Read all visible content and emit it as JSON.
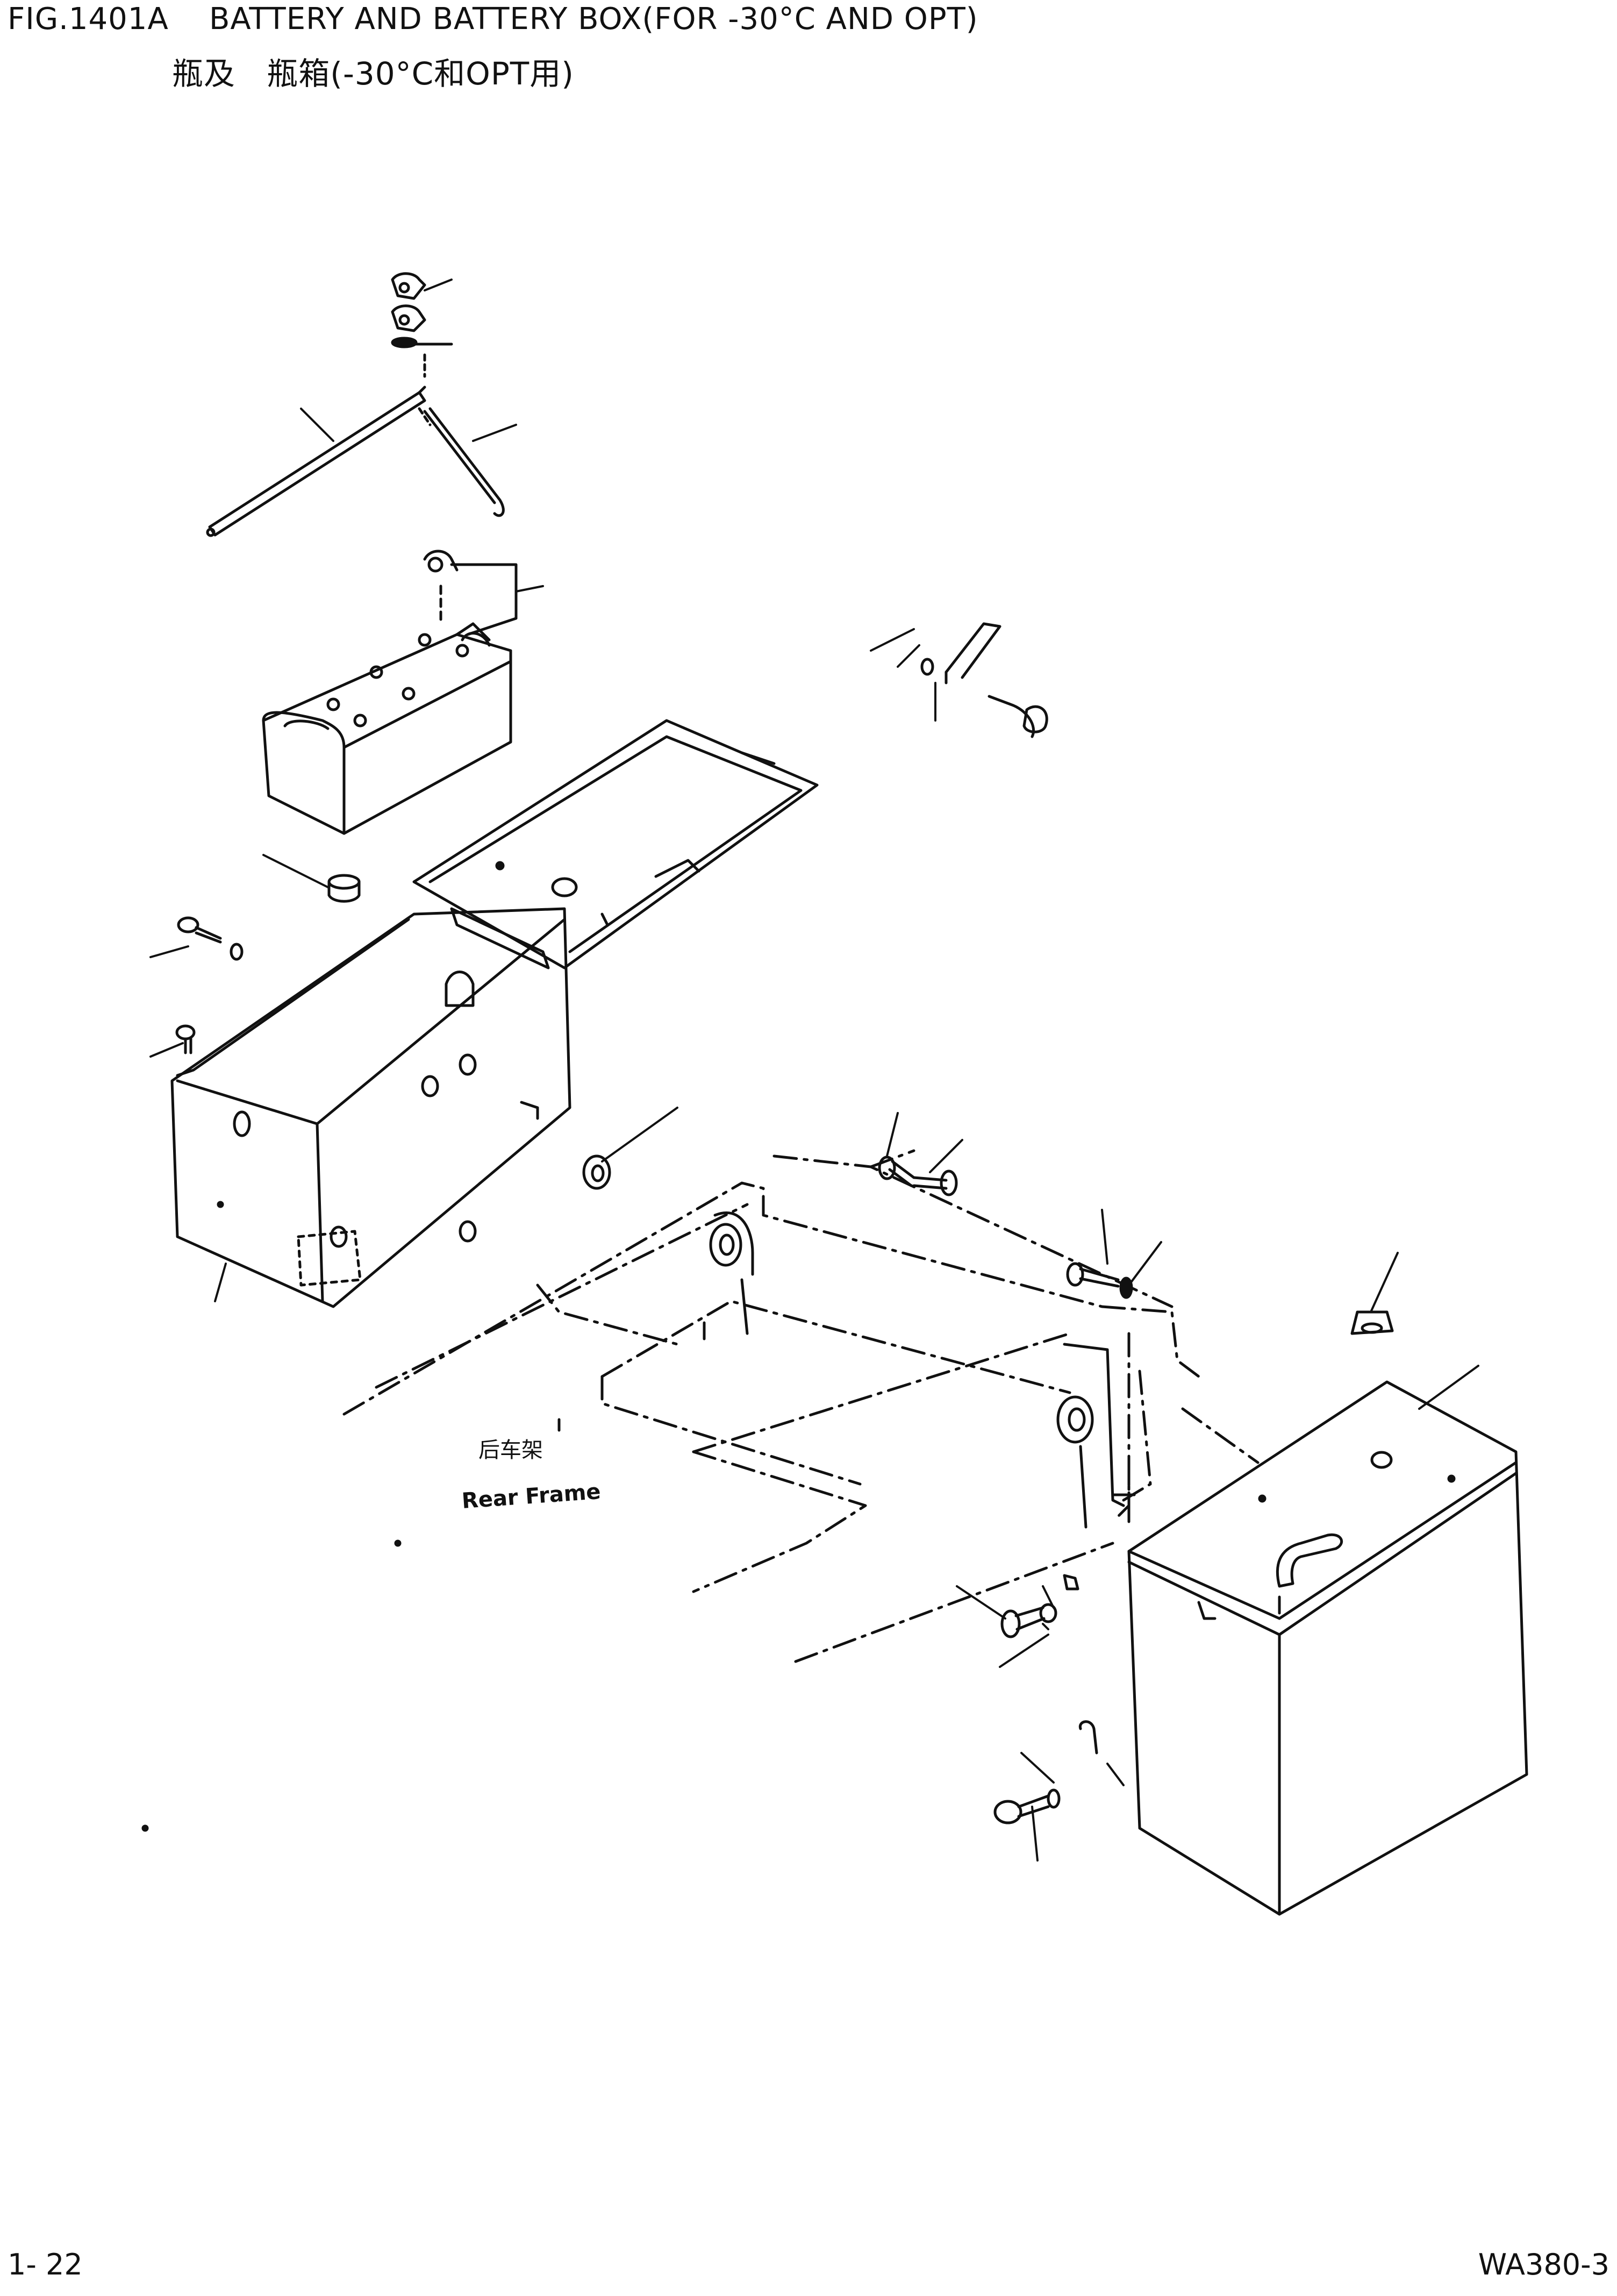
{
  "header": {
    "title": "FIG.1401A    BATTERY AND BATTERY BOX(FOR -30°C AND OPT)",
    "subtitle": "瓶及   瓶箱(-30°C和OPT用)"
  },
  "diagram": {
    "label_cn": "后车架",
    "label_en": "Rear Frame"
  },
  "footer": {
    "page": "1- 22",
    "model": "WA380-3"
  }
}
